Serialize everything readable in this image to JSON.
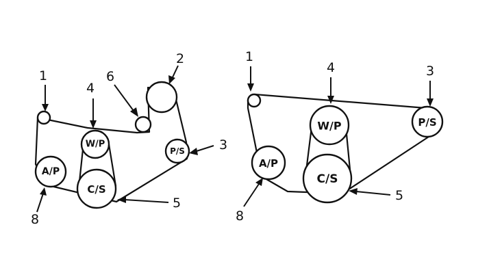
{
  "diagrams": [
    {
      "pulleys": {
        "wp": "W/P",
        "cs": "C/S",
        "ps": "P/S",
        "ap": "A/P"
      },
      "callouts": [
        "1",
        "4",
        "6",
        "2",
        "3",
        "5",
        "8"
      ]
    },
    {
      "pulleys": {
        "wp": "W/P",
        "cs": "C/S",
        "ps": "P/S",
        "ap": "A/P"
      },
      "callouts": [
        "1",
        "4",
        "3",
        "5",
        "8"
      ]
    }
  ],
  "colors": {
    "line": "#111111",
    "background": "#ffffff"
  }
}
